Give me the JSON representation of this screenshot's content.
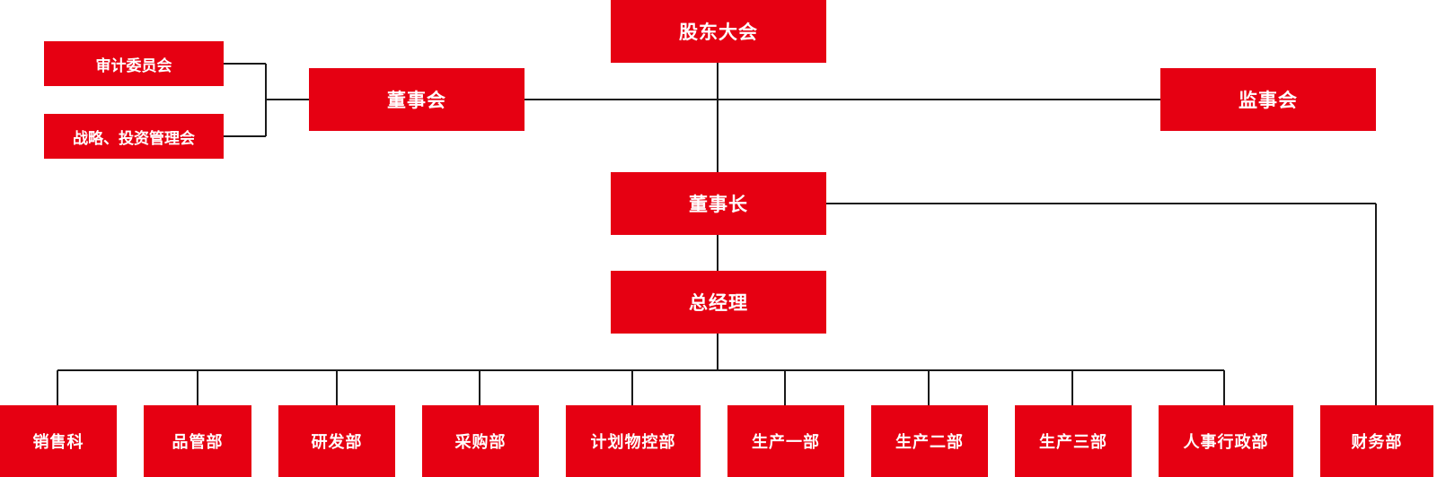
{
  "colors": {
    "box_fill": "#e60012",
    "box_text": "#ffffff",
    "connector": "#1a1a1a"
  },
  "org": {
    "shareholders": "股东大会",
    "board": "董事会",
    "supervisors": "监事会",
    "audit_committee": "审计委员会",
    "strategy_committee": "战略、投资管理会",
    "chairman": "董事长",
    "general_manager": "总经理",
    "finance": "财务部",
    "departments": [
      "销售科",
      "品管部",
      "研发部",
      "采购部",
      "计划物控部",
      "生产一部",
      "生产二部",
      "生产三部",
      "人事行政部"
    ]
  }
}
